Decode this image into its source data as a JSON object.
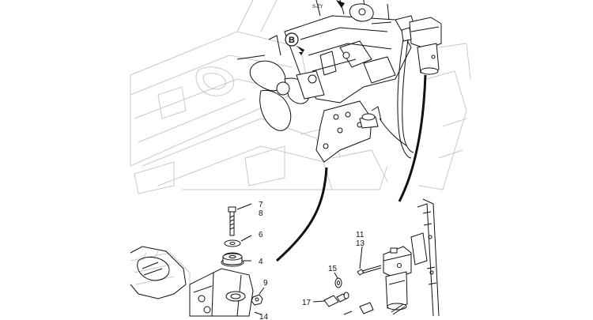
{
  "view_marker": "B",
  "top_label": "S-ZY",
  "callouts": [
    {
      "id": "7",
      "label": "7"
    },
    {
      "id": "8",
      "label": "8"
    },
    {
      "id": "6",
      "label": "6"
    },
    {
      "id": "4",
      "label": "4"
    },
    {
      "id": "9",
      "label": "9"
    },
    {
      "id": "14",
      "label": "14"
    },
    {
      "id": "11",
      "label": "11"
    },
    {
      "id": "13",
      "label": "13"
    },
    {
      "id": "15",
      "label": "15"
    },
    {
      "id": "17",
      "label": "17"
    }
  ],
  "colors": {
    "ink": "#111111",
    "ghost": "#c9c9c9",
    "background": "#ffffff"
  }
}
